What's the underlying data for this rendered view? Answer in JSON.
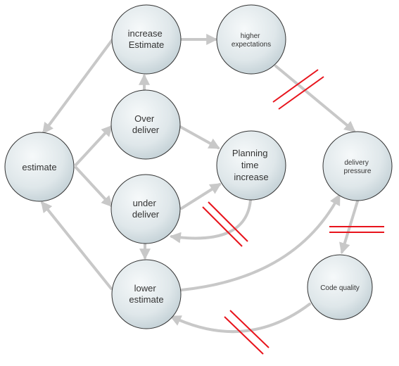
{
  "nodes": {
    "increase_estimate": [
      "increase",
      "Estimate"
    ],
    "higher_expectations": [
      "higher",
      "expectations"
    ],
    "over_deliver": [
      "Over",
      "deliver"
    ],
    "estimate": [
      "estimate"
    ],
    "planning_time_increase": [
      "Planning",
      "time",
      "increase"
    ],
    "delivery_pressure": [
      "delivery",
      "pressure"
    ],
    "under_deliver": [
      "under",
      "deliver"
    ],
    "lower_estimate": [
      "lower",
      "estimate"
    ],
    "code_quality": [
      "Code quality"
    ]
  },
  "colors": {
    "node_fill_top": "#f4f7f8",
    "node_fill_bottom": "#c9d6db",
    "node_stroke": "#333333",
    "edge": "#c8c8c8",
    "delay_mark": "#e8141c",
    "text": "#333333"
  }
}
